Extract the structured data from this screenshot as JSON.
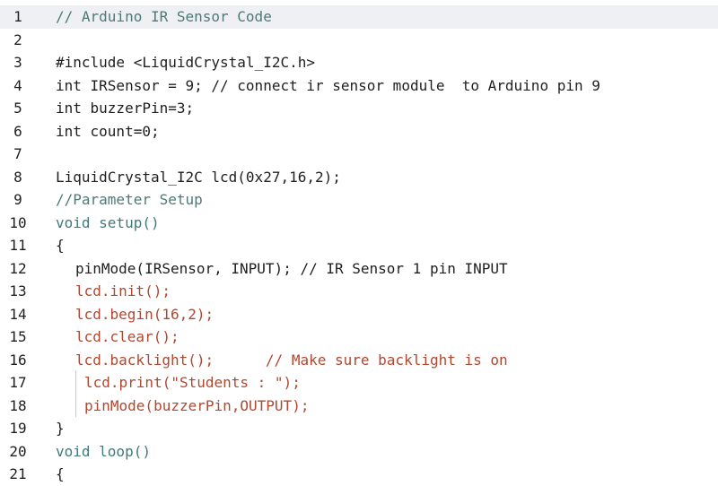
{
  "editor": {
    "lines": [
      {
        "n": "1",
        "t": "// Arduino IR Sensor Code"
      },
      {
        "n": "2",
        "t": ""
      },
      {
        "n": "3",
        "t": "#include <LiquidCrystal_I2C.h>"
      },
      {
        "n": "4",
        "t": "int IRSensor = 9; // connect ir sensor module  to Arduino pin 9"
      },
      {
        "n": "5",
        "t": "int buzzerPin=3;"
      },
      {
        "n": "6",
        "t": "int count=0;"
      },
      {
        "n": "7",
        "t": ""
      },
      {
        "n": "8",
        "t": "LiquidCrystal_I2C lcd(0x27,16,2);"
      },
      {
        "n": "9",
        "t": "//Parameter Setup"
      },
      {
        "n": "10",
        "t": "void setup()"
      },
      {
        "n": "11",
        "t": "{"
      },
      {
        "n": "12",
        "t": "pinMode(IRSensor, INPUT); // IR Sensor 1 pin INPUT"
      },
      {
        "n": "13",
        "t": "lcd.init();"
      },
      {
        "n": "14",
        "t": "lcd.begin(16,2);"
      },
      {
        "n": "15",
        "t": "lcd.clear();"
      },
      {
        "n": "16",
        "t": "lcd.backlight();      // Make sure backlight is on"
      },
      {
        "n": "17",
        "t": "lcd.print(\"Students : \");"
      },
      {
        "n": "18",
        "t": "pinMode(buzzerPin,OUTPUT);"
      },
      {
        "n": "19",
        "t": "}"
      },
      {
        "n": "20",
        "t": "void loop()"
      },
      {
        "n": "21",
        "t": "{"
      }
    ]
  },
  "colors": {
    "comment": "#4d7a78",
    "keyword": "#3f7a7a",
    "function": "#b2472f",
    "text": "#1f1f1f",
    "active_line": "#eef0f3"
  }
}
